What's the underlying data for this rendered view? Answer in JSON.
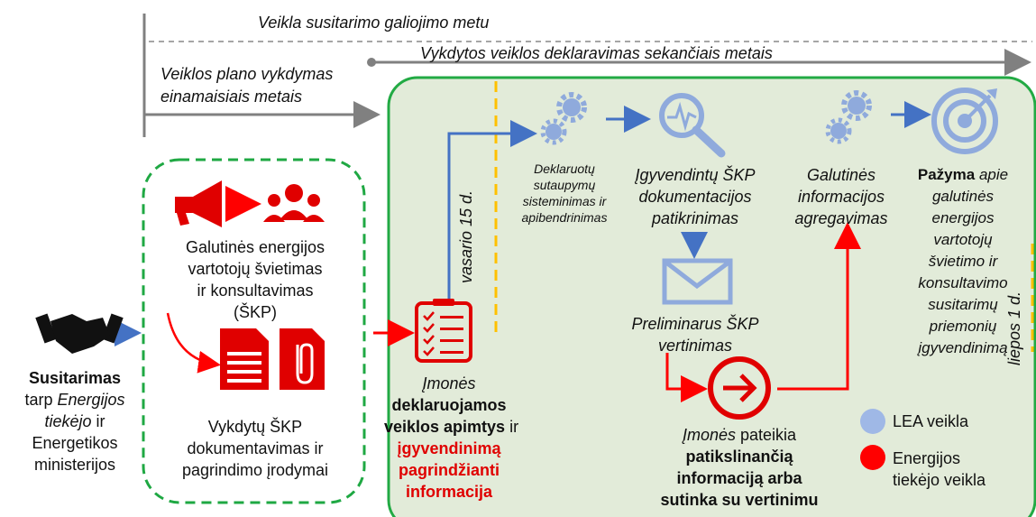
{
  "timeline": {
    "top_label": "Veikla susitarimo galiojimo metu",
    "mid_label": "Vykdytos veiklos deklaravimas sekančiais metais",
    "left_label_1": "Veiklos plano vykdymas",
    "left_label_2": "einamaisiais metais"
  },
  "agreement": {
    "title": "Susitarimas",
    "line2_a": "tarp ",
    "line2_b": "Energijos",
    "line3_a": "tiekėjo",
    "line3_b": " ir",
    "line4": "Energetikos",
    "line5": "ministerijos"
  },
  "education_box": {
    "line1": "Galutinės energijos",
    "line2": "vartotojų švietimas",
    "line3": "ir konsultavimas",
    "line4": "(ŠKP)",
    "doc_line1": "Vykdytų  ŠKP",
    "doc_line2": "dokumentavimas ir",
    "doc_line3": "pagrindimo įrodymai"
  },
  "company_declares": {
    "line1": "Įmonės",
    "line2": "deklaruojamos",
    "line3a": "veiklos apimtys",
    "line3b": " ir",
    "line4": "įgyvendinimą",
    "line5": "pagrindžianti",
    "line6": "informacija"
  },
  "deadlines": {
    "feb": "vasario 15 d.",
    "jul": "liepos 1 d."
  },
  "systematize": {
    "line1": "Deklaruotų",
    "line2": "sutaupymų",
    "line3": "sisteminimas ir",
    "line4": "apibendrinimas"
  },
  "check": {
    "line1": "Įgyvendintų ŠKP",
    "line2": "dokumentacijos",
    "line3": "patikrinimas"
  },
  "preliminary": {
    "line1": "Preliminarus ŠKP",
    "line2": "vertinimas"
  },
  "company_provides": {
    "line1a": "Įmonės",
    "line1b": " pateikia",
    "line2": "patikslinančią",
    "line3": "informaciją arba",
    "line4": "sutinka su vertinimu"
  },
  "aggregation": {
    "line1": "Galutinės",
    "line2": "informacijos",
    "line3": "agregavimas"
  },
  "certificate": {
    "line1a": "Pažyma",
    "line1b": " apie",
    "line2": "galutinės",
    "line3": "energijos",
    "line4": "vartotojų",
    "line5": "švietimo ir",
    "line6": "konsultavimo",
    "line7": "susitarimų",
    "line8": "priemonių",
    "line9": "įgyvendinimą"
  },
  "legend": {
    "lea": "LEA veikla",
    "supplier_1": "Energijos",
    "supplier_2": "tiekėjo veikla",
    "lea_color": "#9fb8e6",
    "supplier_color": "#ff0000"
  },
  "icons": [
    "handshake-icon",
    "megaphone-icon",
    "people-icon",
    "document-icon",
    "attachment-document-icon",
    "checklist-icon",
    "gears-icon",
    "magnifier-pulse-icon",
    "envelope-icon",
    "arrow-circle-icon",
    "target-icon"
  ]
}
